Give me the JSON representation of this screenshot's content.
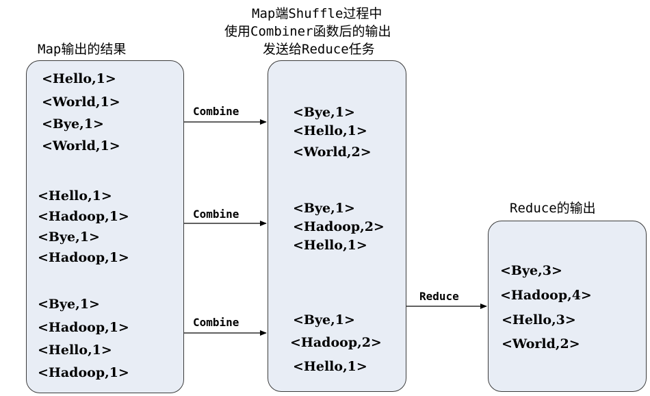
{
  "titles": {
    "map_output": "Map输出的结果",
    "shuffle_line1": "Map端Shuffle过程中",
    "shuffle_line2": "使用Combiner函数后的输出",
    "shuffle_line3": "发送给Reduce任务",
    "reduce_output": "Reduce的输出"
  },
  "map_output": [
    [
      "<Hello,1>",
      "<World,1>",
      "<Bye,1>",
      "<World,1>"
    ],
    [
      "<Hello,1>",
      "<Hadoop,1>",
      "<Bye,1>",
      "<Hadoop,1>"
    ],
    [
      "<Bye,1>",
      "<Hadoop,1>",
      "<Hello,1>",
      "<Hadoop,1>"
    ]
  ],
  "combined": [
    [
      "<Bye,1>",
      "<Hello,1>",
      "<World,2>"
    ],
    [
      "<Bye,1>",
      "<Hadoop,2>",
      "<Hello,1>"
    ],
    [
      "<Bye,1>",
      "<Hadoop,2>",
      "<Hello,1>"
    ]
  ],
  "reduce_output": [
    "<Bye,3>",
    "<Hadoop,4>",
    "<Hello,3>",
    "<World,2>"
  ],
  "arrows": {
    "combine_1": "Combine",
    "combine_2": "Combine",
    "combine_3": "Combine",
    "reduce": "Reduce"
  }
}
